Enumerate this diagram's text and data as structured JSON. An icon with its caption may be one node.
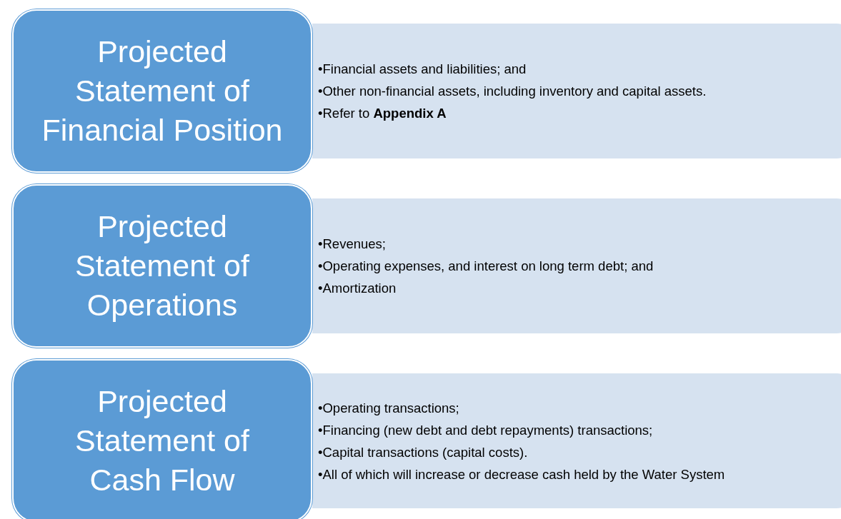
{
  "diagram": {
    "nodes": [
      {
        "text": [
          "Projected Statement of Financial Position"
        ]
      },
      {
        "text": [
          "•Financial assets and liabilities; and",
          "•Other non-financial assets, including inventory and capital assets.",
          "•Refer to **Appendix A**"
        ]
      },
      {
        "text": [
          "Projected Statement of Operations"
        ]
      },
      {
        "text": [
          "•Revenues;",
          "•Operating expenses, and interest on long term debt; and",
          "•Amortization"
        ]
      },
      {
        "text": [
          "Projected Statement of Cash Flow"
        ]
      },
      {
        "text": [
          "•Operating transactions;",
          "•Financing (new debt and debt repayments) transactions;",
          "•Capital transactions (capital costs).",
          "•All of which will increase or decrease cash held by the Water System"
        ]
      }
    ]
  }
}
